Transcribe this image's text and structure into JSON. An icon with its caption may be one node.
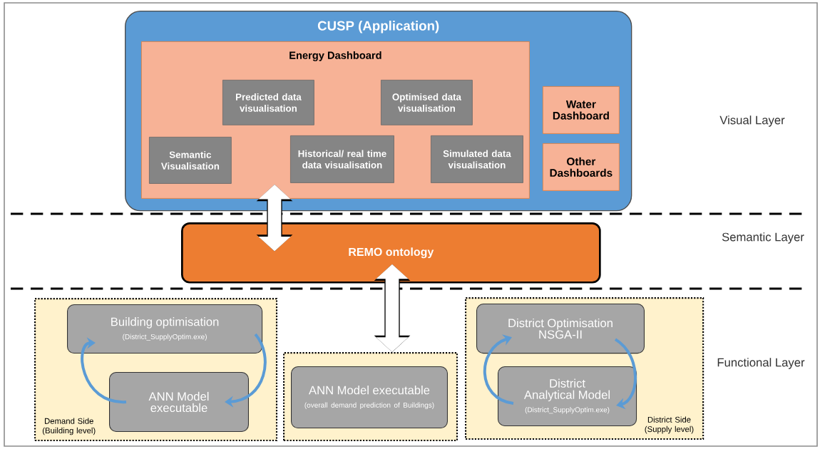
{
  "diagram": {
    "nodes": [
      {
        "text": [
          "CUSP (Application)"
        ]
      },
      {
        "text": [
          "Energy Dashboard"
        ],
        "in": 0
      },
      {
        "text": [
          "Predicted data visualisation"
        ],
        "in": 1
      },
      {
        "text": [
          "Optimised data visualisation"
        ],
        "in": 1
      },
      {
        "text": [
          "Semantic Visualisation"
        ],
        "in": 1
      },
      {
        "text": [
          "Historical/ real time data visualisation"
        ],
        "in": 1
      },
      {
        "text": [
          "Simulated data visualisation"
        ],
        "in": 1
      },
      {
        "text": [
          "Water Dashboard"
        ],
        "in": 0
      },
      {
        "text": [
          "Other Dashboards"
        ],
        "in": 0
      },
      {
        "text": [
          "REMO ontology"
        ]
      },
      {
        "text": [
          "Demand Side (Building level)"
        ]
      },
      {
        "text": [
          "Building optimisation",
          "(District_SupplyOptim.exe)"
        ],
        "in": 10
      },
      {
        "text": [
          "ANN Model executable"
        ],
        "in": 10
      },
      {
        "text": [],
        "shape": "box"
      },
      {
        "text": [
          "ANN Model executable",
          "(overall demand prediction of Buildings)"
        ],
        "in": 13
      },
      {
        "text": [
          "District Side (Supply level)"
        ]
      },
      {
        "text": [
          "District Optimisation NSGA-II"
        ],
        "in": 15
      },
      {
        "text": [
          "District Analytical Model",
          "(District_SupplyOptim.exe)"
        ],
        "in": 15
      }
    ],
    "edges": [
      {
        "from": 9,
        "to": 1,
        "arrow": "both",
        "style": "thick",
        "color": "#ffffff"
      },
      {
        "from": 9,
        "to": 13,
        "arrow": "both",
        "style": "thick",
        "color": "#ffffff"
      },
      {
        "from": 12,
        "to": 11,
        "arrow": "to"
      },
      {
        "from": 11,
        "to": 12,
        "arrow": "to"
      },
      {
        "from": 17,
        "to": 16,
        "arrow": "to"
      },
      {
        "from": 16,
        "to": 17,
        "arrow": "to"
      }
    ],
    "labels": [
      "Visual Layer",
      "Semantic Layer",
      "Functional Layer"
    ]
  }
}
